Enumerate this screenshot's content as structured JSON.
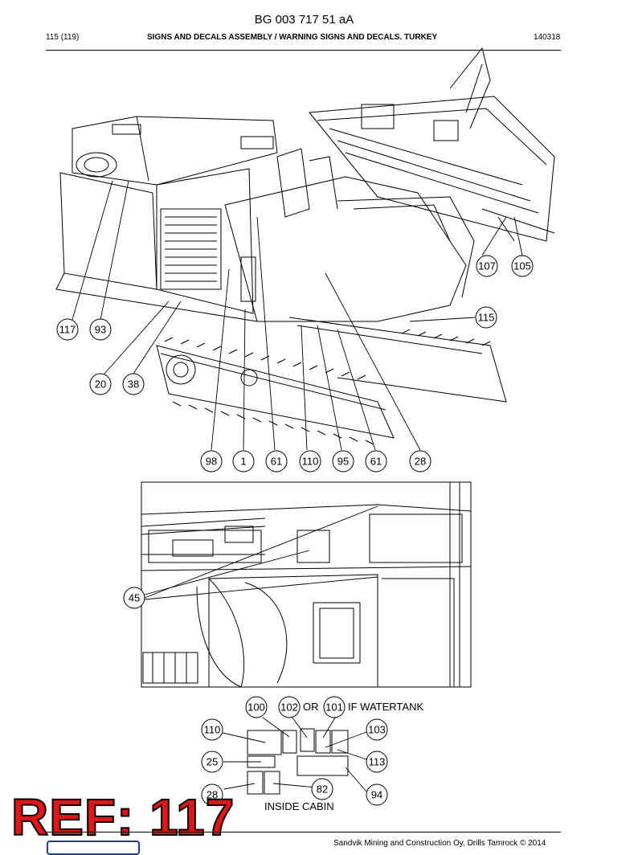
{
  "header": {
    "doc_code": "BG 003 717 51 aA",
    "page": "115 (119)",
    "title": "SIGNS AND DECALS ASSEMBLY / WARNING SIGNS AND DECALS. TURKEY",
    "date_code": "140318"
  },
  "callouts": {
    "c107": "107",
    "c105": "105",
    "c115": "115",
    "c117": "117",
    "c93": "93",
    "c20": "20",
    "c38": "38",
    "c98": "98",
    "c1": "1",
    "c61a": "61",
    "c110a": "110",
    "c95": "95",
    "c61b": "61",
    "c28a": "28",
    "c45": "45",
    "c100": "100",
    "c102": "102",
    "c101": "101",
    "c110b": "110",
    "c103": "103",
    "c25": "25",
    "c113": "113",
    "c82": "82",
    "c94": "94",
    "c28b": "28"
  },
  "labels": {
    "or": "OR",
    "if_watertank": "IF WATERTANK",
    "inside_cabin": "INSIDE CABIN"
  },
  "stamp": "REF: 117",
  "footer": "Sandvik Mining and Construction Oy, Drills Tamrock © 2014"
}
